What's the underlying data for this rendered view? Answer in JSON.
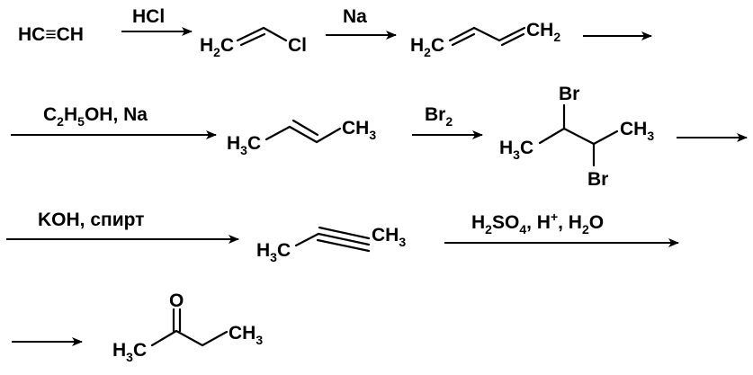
{
  "scheme": {
    "step1": {
      "start": "HC≡CH",
      "reagent": "HCl",
      "product": {
        "h2_main": "H",
        "h2_sub": "2",
        "h2_tail": "C",
        "cl": "Cl"
      }
    },
    "step2": {
      "reagent": "Na",
      "product": {
        "left_main": "H",
        "left_sub": "2",
        "left_tail": "C",
        "right_main": "CH",
        "right_sub": "2"
      }
    },
    "step3": {
      "reagent": {
        "c": "C",
        "c_sub": "2",
        "h": "H",
        "h_sub": "5",
        "rest": "OH, Na"
      },
      "product": {
        "left_main": "H",
        "left_sub": "3",
        "left_tail": "C",
        "right_main": "CH",
        "right_sub": "3"
      }
    },
    "step4": {
      "reagent": {
        "main": "Br",
        "sub": "2"
      },
      "product": {
        "br_top": "Br",
        "br_bottom": "Br",
        "left_main": "H",
        "left_sub": "3",
        "left_tail": "C",
        "right_main": "CH",
        "right_sub": "3"
      }
    },
    "step5": {
      "reagent": "KOH, спирт",
      "product": {
        "left_main": "H",
        "left_sub": "3",
        "left_tail": "C",
        "right_main": "CH",
        "right_sub": "3"
      }
    },
    "step6": {
      "reagent": {
        "h": "H",
        "h_sub": "2",
        "so": "SO",
        "so_sub": "4",
        "sep": ", H",
        "plus": "+",
        "sep2": ", H",
        "h2_sub": "2",
        "o": "O"
      },
      "product": {
        "o": "O",
        "left_main": "H",
        "left_sub": "3",
        "left_tail": "C",
        "right_main": "CH",
        "right_sub": "3"
      }
    }
  }
}
